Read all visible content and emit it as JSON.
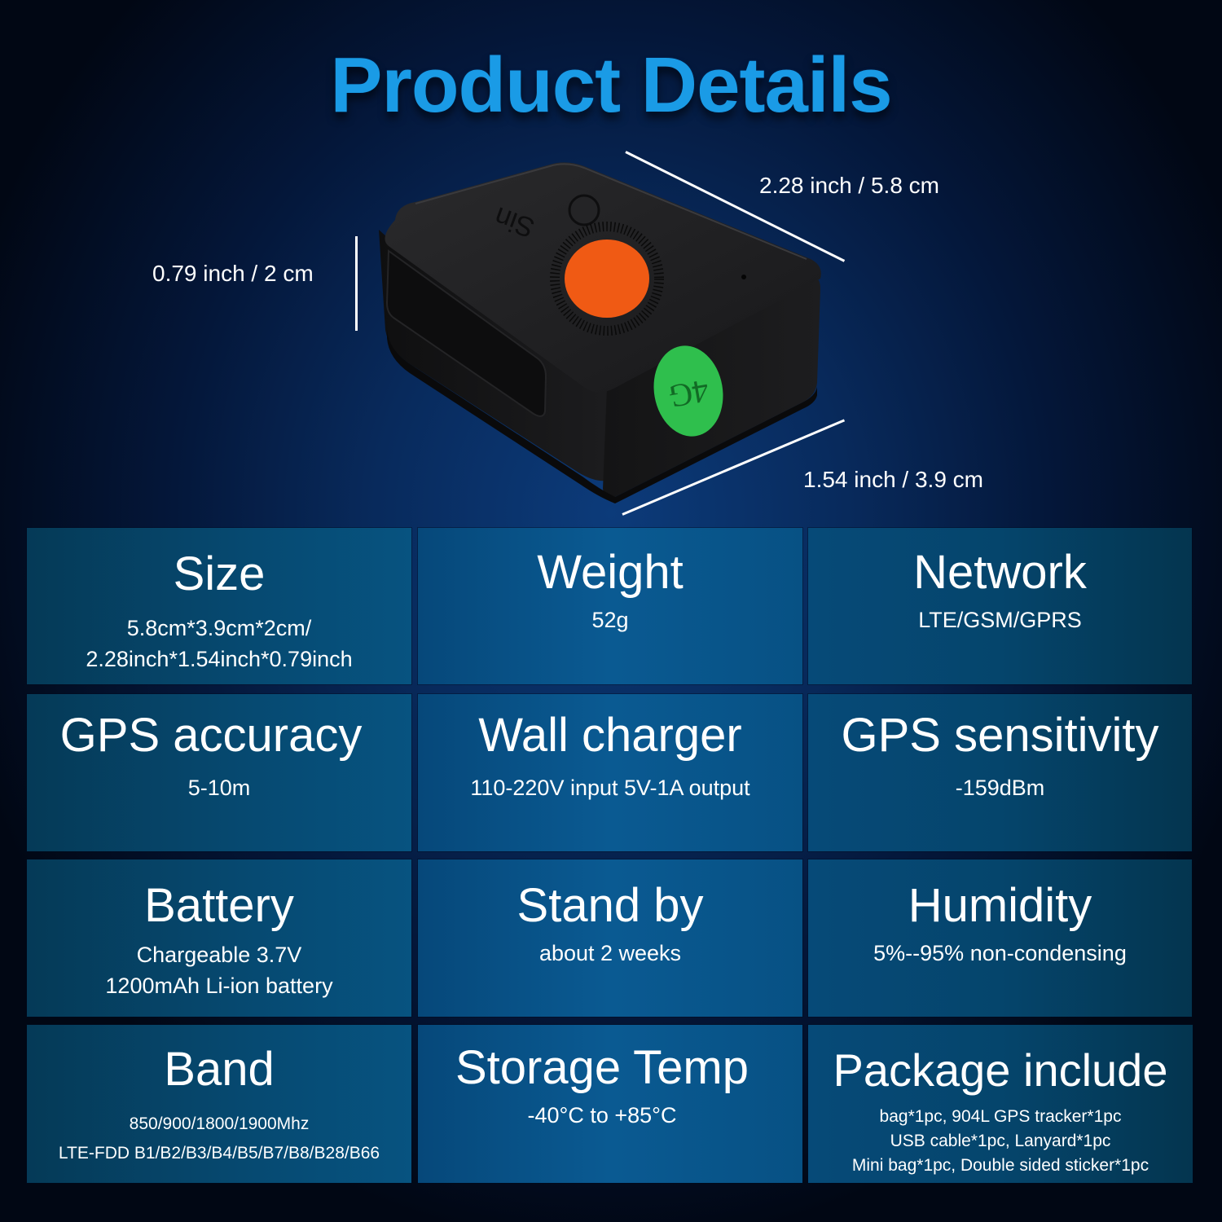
{
  "header": {
    "title": "Product Details"
  },
  "colors": {
    "title_blue": "#1a9be6",
    "cell_blue": "#075182",
    "background_dark": "#010714",
    "button_orange": "#f05a14",
    "badge_green": "#2fbf4d"
  },
  "dimensions": {
    "length_label": "2.28 inch / 5.8 cm",
    "height_label": "0.79 inch / 2 cm",
    "width_label": "1.54 inch / 3.9 cm"
  },
  "device": {
    "brand_logo_text": "Sin",
    "badge_text": "4G"
  },
  "specs": [
    {
      "title": "Size",
      "lines": [
        "5.8cm*3.9cm*2cm/",
        "2.28inch*1.54inch*0.79inch"
      ]
    },
    {
      "title": "Weight",
      "lines": [
        "52g"
      ]
    },
    {
      "title": "Network",
      "lines": [
        "LTE/GSM/GPRS"
      ]
    },
    {
      "title": "GPS accuracy",
      "lines": [
        "5-10m"
      ]
    },
    {
      "title": "Wall charger",
      "lines": [
        "110-220V input 5V-1A output"
      ]
    },
    {
      "title": "GPS sensitivity",
      "lines": [
        "-159dBm"
      ]
    },
    {
      "title": "Battery",
      "lines": [
        "Chargeable 3.7V",
        "1200mAh Li-ion battery"
      ]
    },
    {
      "title": "Stand by",
      "lines": [
        "about 2 weeks"
      ]
    },
    {
      "title": "Humidity",
      "lines": [
        "5%--95% non-condensing"
      ]
    },
    {
      "title": "Band",
      "lines": [
        "850/900/1800/1900Mhz",
        "LTE-FDD B1/B2/B3/B4/B5/B7/B8/B28/B66"
      ]
    },
    {
      "title": "Storage Temp",
      "lines": [
        "-40°C to +85°C"
      ]
    },
    {
      "title": "Package include",
      "lines": [
        "bag*1pc, 904L GPS tracker*1pc",
        "USB cable*1pc, Lanyard*1pc",
        "Mini bag*1pc, Double sided sticker*1pc"
      ]
    }
  ]
}
